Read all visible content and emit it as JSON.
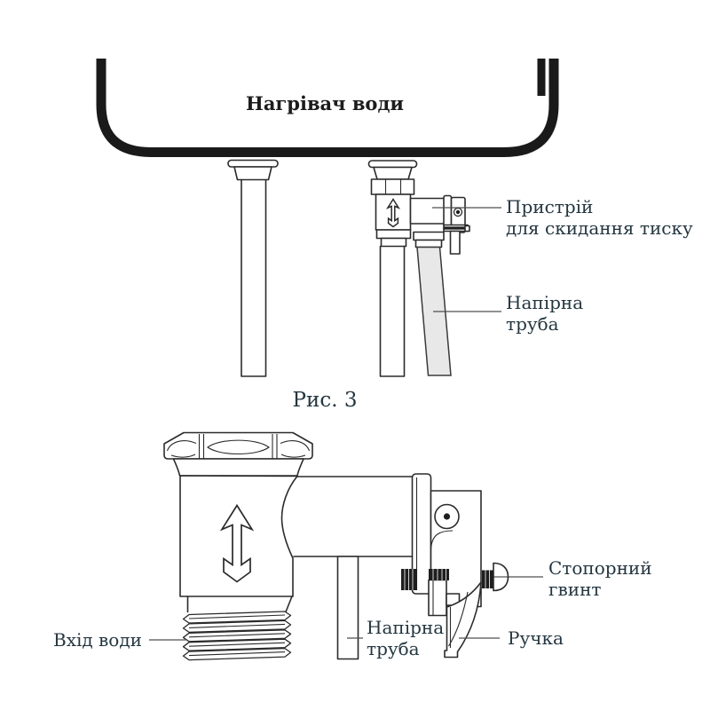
{
  "page": {
    "background": "#ffffff"
  },
  "top_diagram": {
    "tank_label": "Нагрівач води",
    "labels": {
      "relief_device": {
        "line1": "Пристрій",
        "line2": "для скидання тиску"
      },
      "pressure_pipe": {
        "line1": "Напірна",
        "line2": "труба"
      }
    }
  },
  "caption": "Рис. 3",
  "bottom_diagram": {
    "labels": {
      "water_inlet": "Вхід води",
      "pressure_pipe": {
        "line1": "Напірна",
        "line2": "труба"
      },
      "stop_screw": {
        "line1": "Стопорний",
        "line2": "гвинт"
      },
      "handle": "Ручка"
    }
  },
  "colors": {
    "drawing_line": "#2b2b2b",
    "tank_line": "#1a1a1a",
    "label_text": "#243640",
    "leader_line": "#4f4f4f",
    "hose_fill": "#e8e8e8",
    "screw_black": "#1e1e1e"
  }
}
